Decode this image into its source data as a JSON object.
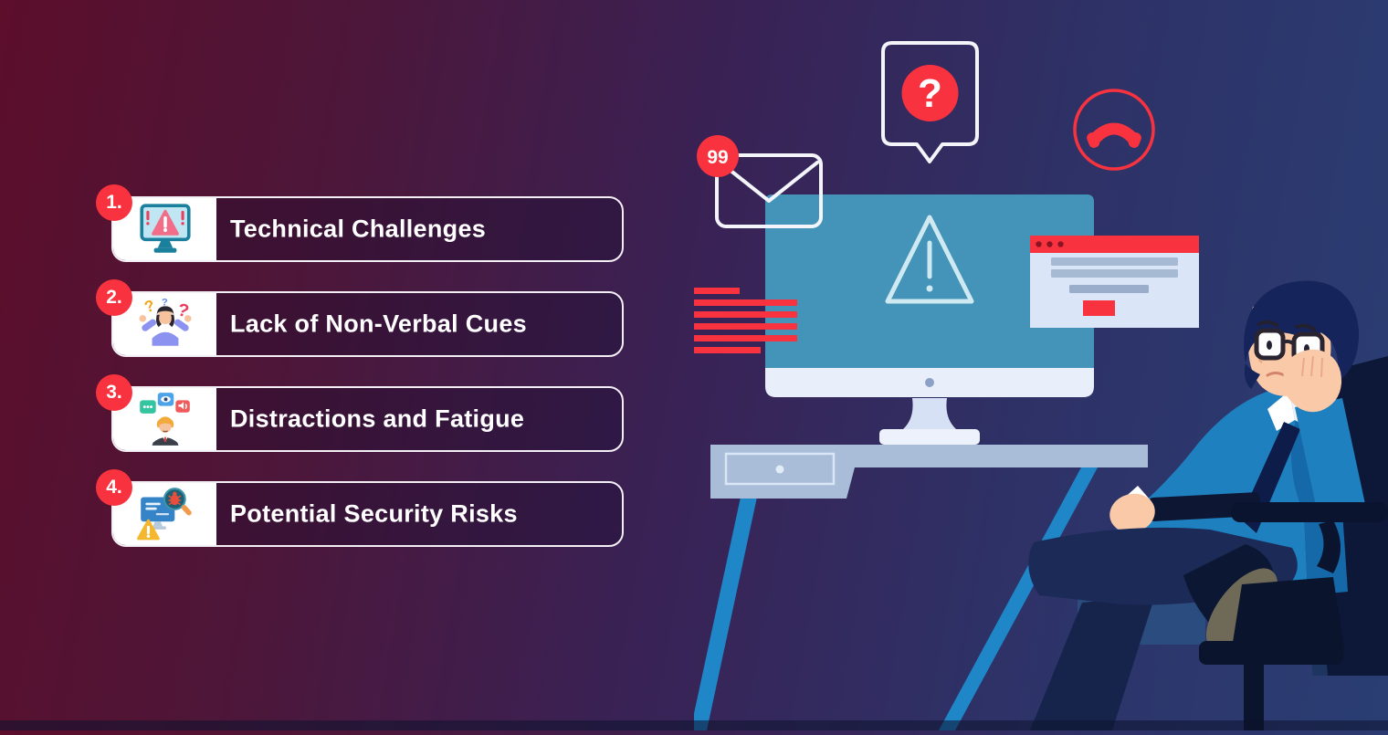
{
  "challenges": {
    "items": [
      {
        "number": "1.",
        "label": "Technical Challenges"
      },
      {
        "number": "2.",
        "label": "Lack of Non-Verbal Cues"
      },
      {
        "number": "3.",
        "label": "Distractions and Fatigue"
      },
      {
        "number": "4.",
        "label": "Potential Security Risks"
      }
    ]
  },
  "illustration": {
    "email_badge_count": "99",
    "question_mark": "?"
  },
  "glyphs": {
    "question_mark": "?"
  },
  "colors": {
    "accent_red": "#F8333F",
    "screen_teal": "#4493B8",
    "gradient_left": "#5A0D2B",
    "gradient_right": "#2A3E74"
  }
}
